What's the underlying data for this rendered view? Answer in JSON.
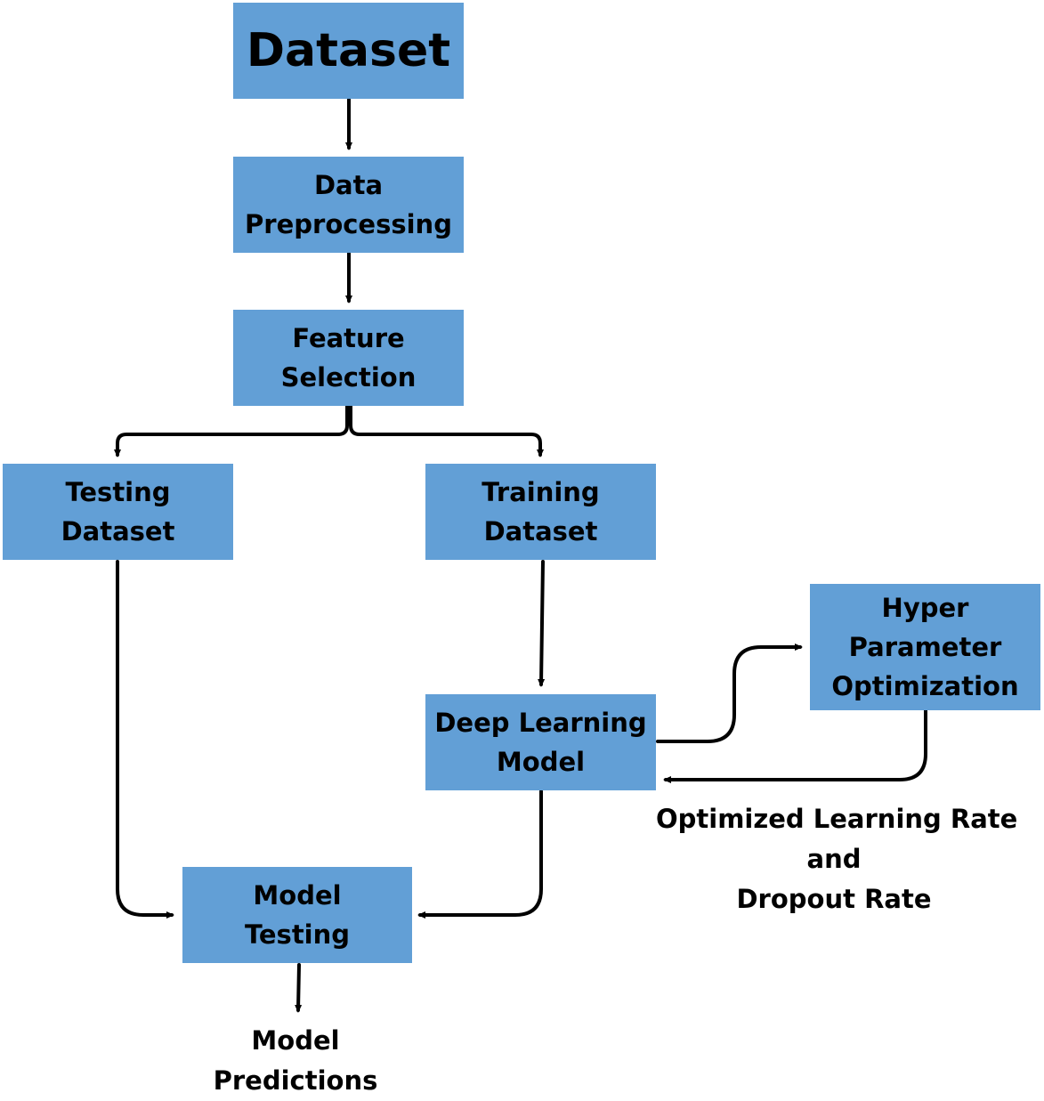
{
  "colors": {
    "box_fill": "#629FD6",
    "text": "#000000",
    "line": "#000000"
  },
  "nodes": {
    "dataset": {
      "line1": "Dataset"
    },
    "preprocessing": {
      "line1": "Data",
      "line2": "Preprocessing"
    },
    "feature_selection": {
      "line1": "Feature",
      "line2": "Selection"
    },
    "testing_dataset": {
      "line1": "Testing",
      "line2": "Dataset"
    },
    "training_dataset": {
      "line1": "Training",
      "line2": "Dataset"
    },
    "hyper_param": {
      "line1": "Hyper",
      "line2": "Parameter",
      "line3": "Optimization"
    },
    "deep_learning": {
      "line1": "Deep Learning",
      "line2": "Model"
    },
    "model_testing": {
      "line1": "Model",
      "line2": "Testing"
    }
  },
  "labels": {
    "optimized": {
      "line1": "Optimized Learning Rate",
      "line2": "and",
      "line3": "Dropout Rate"
    },
    "predictions": {
      "line1": "Model",
      "line2": "Predictions"
    }
  }
}
